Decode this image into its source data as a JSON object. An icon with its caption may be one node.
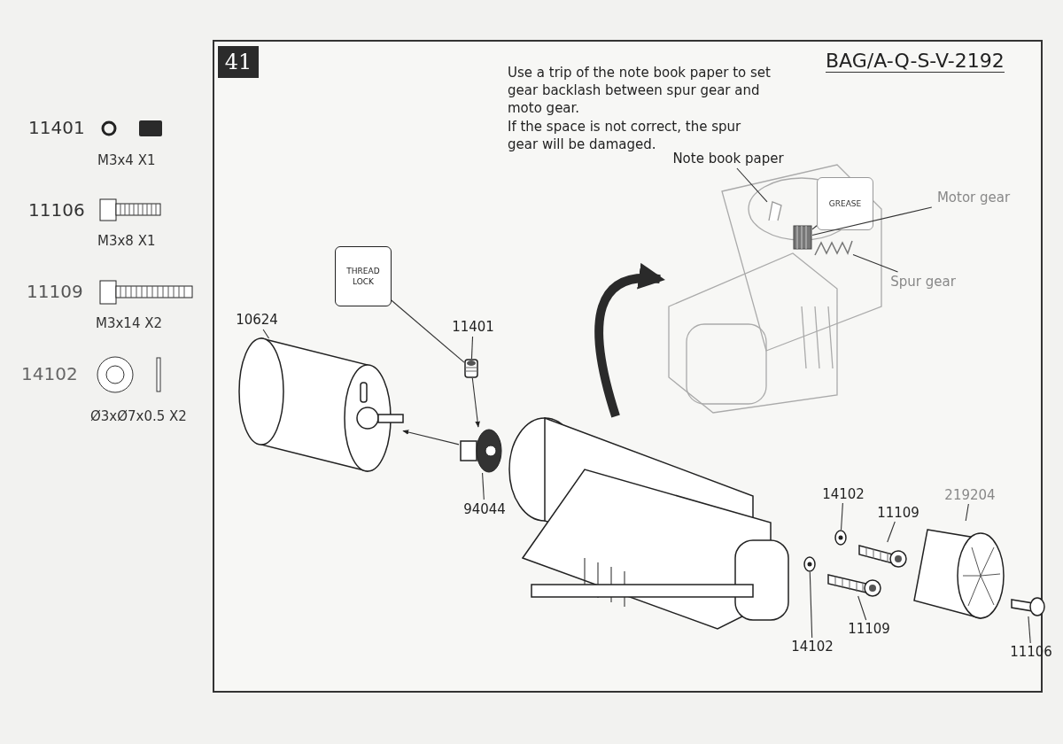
{
  "diagram": {
    "nodes": [
      {
        "text": [
          "41"
        ]
      },
      {
        "text": [],
        "shape": "picture"
      },
      {
        "text": [],
        "shape": "picture"
      },
      {
        "text": [],
        "shape": "picture"
      },
      {
        "text": [],
        "shape": "picture"
      },
      {
        "text": [],
        "shape": "picture"
      },
      {
        "text": [],
        "shape": "picture"
      },
      {
        "text": [],
        "shape": "picture"
      },
      {
        "text": [],
        "shape": "picture"
      },
      {
        "text": [],
        "shape": "picture"
      },
      {
        "text": [],
        "shape": "picture"
      },
      {
        "text": [
          "THREAD LOCK"
        ]
      },
      {
        "text": [
          "10624"
        ]
      },
      {
        "text": [
          "11401"
        ]
      },
      {
        "text": [
          "94044"
        ]
      },
      {
        "text": [
          "14102"
        ]
      },
      {
        "text": [
          "11109"
        ]
      },
      {
        "text": [
          "219204"
        ]
      },
      {
        "text": [
          "14102"
        ]
      },
      {
        "text": [
          "11109"
        ]
      },
      {
        "text": [
          "11106"
        ]
      },
      {
        "text": [],
        "shape": "picture"
      },
      {
        "text": [
          "GREASE"
        ],
        "in": 21
      },
      {
        "text": [
          "Note book paper"
        ]
      },
      {
        "text": [
          "Motor gear"
        ]
      },
      {
        "text": [
          "Spur gear"
        ]
      },
      {
        "text": [],
        "shape": "picture",
        "in": 21
      },
      {
        "text": [],
        "shape": "picture",
        "in": 21
      },
      {
        "text": [],
        "shape": "picture",
        "in": 21
      }
    ],
    "edges": [
      {
        "from": 12,
        "to": 1,
        "arrow": "none"
      },
      {
        "from": 13,
        "to": 2,
        "arrow": "none"
      },
      {
        "from": 11,
        "to": 2,
        "arrow": "none"
      },
      {
        "from": 14,
        "to": 3,
        "arrow": "none"
      },
      {
        "from": 2,
        "to": 3,
        "arrow": "to"
      },
      {
        "from": 3,
        "to": 1,
        "arrow": "to"
      },
      {
        "from": 4,
        "to": 21,
        "arrow": "to",
        "style": "thick"
      },
      {
        "from": 15,
        "to": 5,
        "arrow": "none"
      },
      {
        "from": 16,
        "to": 6,
        "arrow": "none"
      },
      {
        "from": 17,
        "to": 7,
        "arrow": "none"
      },
      {
        "from": 18,
        "to": 8,
        "arrow": "none"
      },
      {
        "from": 19,
        "to": 9,
        "arrow": "none"
      },
      {
        "from": 20,
        "to": 10,
        "arrow": "none"
      },
      {
        "from": 22,
        "to": 26,
        "arrow": "none"
      },
      {
        "from": 23,
        "to": 28,
        "arrow": "none"
      },
      {
        "from": 24,
        "to": 26,
        "arrow": "none"
      },
      {
        "from": 25,
        "to": 27,
        "arrow": "none"
      }
    ],
    "labels": [
      "BAG/A-Q-S-V-2192",
      "Use a trip of the note book paper to set gear backlash between spur gear and moto gear.",
      "If the space is not correct, the spur gear will be damaged.",
      "11401",
      "M3x4 X1",
      "11106",
      "M3x8 X1",
      "11109",
      "M3x14 X2",
      "14102",
      "Ø3xØ7x0.5 X2"
    ]
  }
}
